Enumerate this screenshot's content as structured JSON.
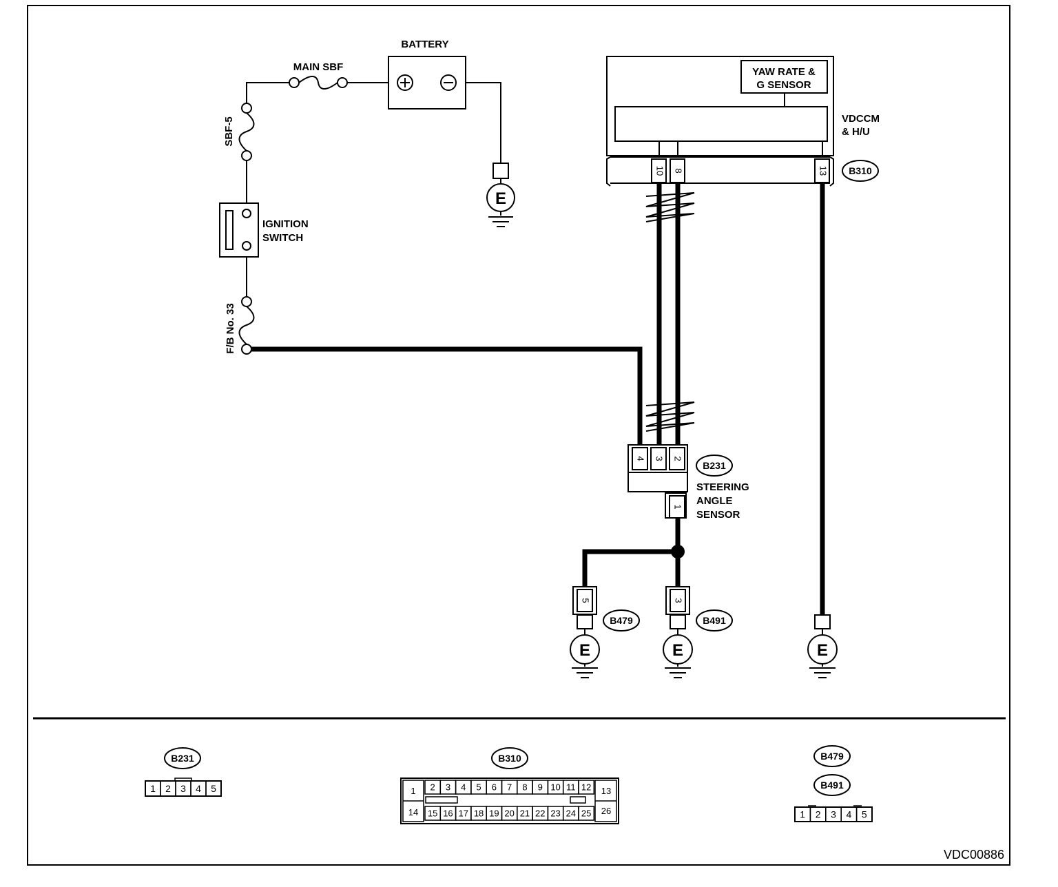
{
  "figure_code": "VDC00886",
  "components": {
    "battery": "BATTERY",
    "main_sbf": "MAIN SBF",
    "sbf5": "SBF-5",
    "ignition_switch": [
      "IGNITION",
      "SWITCH"
    ],
    "fb33": "F/B No. 33",
    "yaw_sensor": [
      "YAW RATE &",
      "G SENSOR"
    ],
    "vdccm": [
      "VDCCM",
      "& H/U"
    ],
    "steering_sensor": [
      "STEERING",
      "ANGLE",
      "SENSOR"
    ],
    "ground": "E"
  },
  "connectors": {
    "b310": "B310",
    "b231": "B231",
    "b479": "B479",
    "b491": "B491"
  },
  "pins": {
    "vdccm": [
      "10",
      "8",
      "13"
    ],
    "steering": [
      "4",
      "3",
      "2",
      "1"
    ],
    "b479": "5",
    "b491": "3"
  },
  "connector_faces": {
    "b231": [
      "1",
      "2",
      "3",
      "4",
      "5"
    ],
    "b310_top": [
      "2",
      "3",
      "4",
      "5",
      "6",
      "7",
      "8",
      "9",
      "10",
      "11",
      "12"
    ],
    "b310_bottom": [
      "15",
      "16",
      "17",
      "18",
      "19",
      "20",
      "21",
      "22",
      "23",
      "24",
      "25"
    ],
    "b310_left": [
      "1",
      "14"
    ],
    "b310_right": [
      "13",
      "26"
    ],
    "b479_b491": [
      "1",
      "2",
      "3",
      "4",
      "5"
    ]
  }
}
